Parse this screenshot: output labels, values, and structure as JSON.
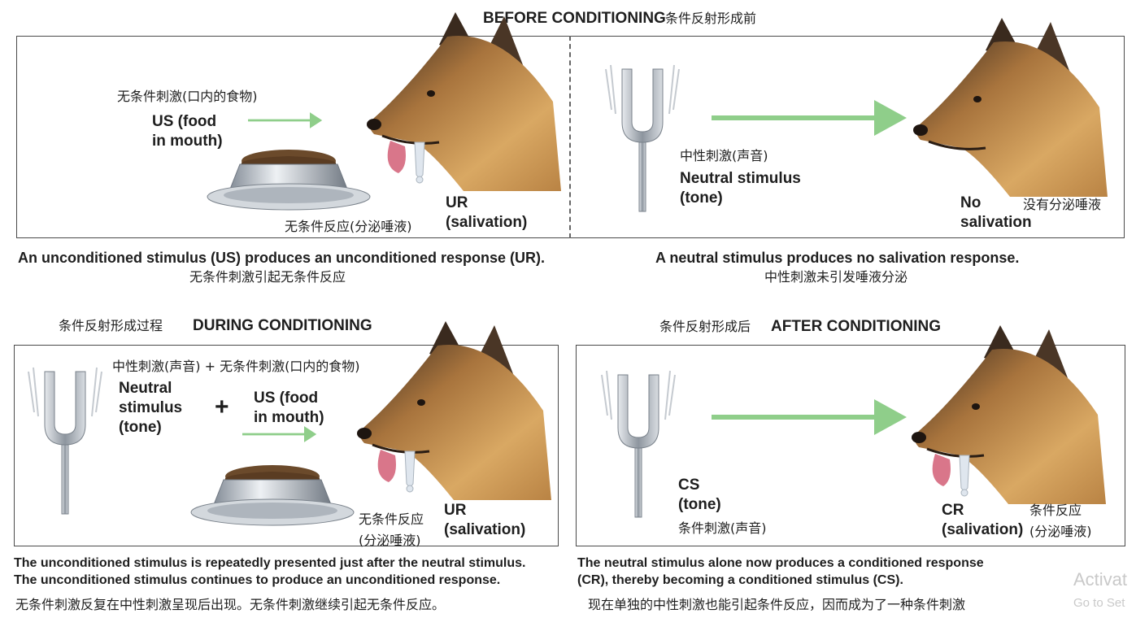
{
  "before": {
    "heading": "BEFORE CONDITIONING",
    "heading_zh": "条件反射形成前",
    "us_zh": "无条件刺激(口内的食物)",
    "us_label": "US (food\nin mouth)",
    "ur_zh": "无条件反应(分泌唾液)",
    "ur_label": "UR\n(salivation)",
    "neutral_zh": "中性刺激(声音)",
    "neutral_label": "Neutral stimulus\n(tone)",
    "no_salivation": "No\nsalivation",
    "no_salivation_zh": "没有分泌唾液",
    "caption_left": "An unconditioned stimulus (US) produces an unconditioned response (UR).",
    "caption_left_zh": "无条件刺激引起无条件反应",
    "caption_right": "A neutral stimulus produces no salivation response.",
    "caption_right_zh": "中性刺激未引发唾液分泌"
  },
  "during": {
    "heading_zh": "条件反射形成过程",
    "heading": "DURING CONDITIONING",
    "combo_zh": "中性刺激(声音) + 无条件刺激(口内的食物)",
    "neutral_label": "Neutral\nstimulus\n(tone)",
    "plus": "+",
    "us_label": "US (food\nin mouth)",
    "ur_zh": "无条件反应\n(分泌唾液)",
    "ur_label": "UR\n(salivation)",
    "caption": "The unconditioned stimulus is repeatedly presented just after the neutral stimulus.\nThe unconditioned stimulus continues to produce an unconditioned response.",
    "caption_zh": "无条件刺激反复在中性刺激呈现后出现。无条件刺激继续引起无条件反应。"
  },
  "after": {
    "heading_zh": "条件反射形成后",
    "heading": "AFTER CONDITIONING",
    "cs_label": "CS\n(tone)",
    "cs_zh": "条件刺激(声音)",
    "cr_label": "CR\n(salivation)",
    "cr_zh": "条件反应\n(分泌唾液)",
    "caption": "The neutral stimulus alone now produces a conditioned response\n(CR), thereby becoming a conditioned stimulus (CS).",
    "caption_zh": "现在单独的中性刺激也能引起条件反应，因而成为了一种条件刺激"
  },
  "watermark": {
    "line1": "Activat",
    "line2": "Go to Set"
  },
  "colors": {
    "arrow_green": "#8fce8a",
    "border": "#4a4a4a",
    "fork_steel": "#a7adb5",
    "bowl_steel": "#9aa3ad",
    "food_brown": "#6b4a2b",
    "dog_tan": "#c8924f",
    "dog_dark": "#3a2a1e",
    "tongue": "#d9768a"
  },
  "icons": [
    "tuning-fork-icon",
    "food-bowl-icon",
    "dog-head-icon",
    "arrow-right-icon"
  ]
}
